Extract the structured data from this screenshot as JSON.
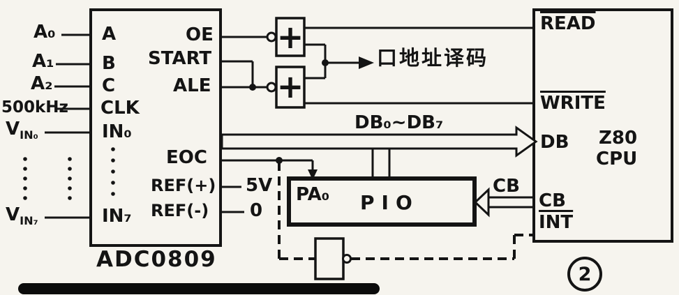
{
  "palette": {
    "ink": "#141414",
    "paper": "#f6f4ee"
  },
  "adc": {
    "title": "ADC0809",
    "pins_left": {
      "a": "A",
      "b": "B",
      "c": "C",
      "clk": "CLK",
      "in0": "IN₀",
      "in7": "IN₇"
    },
    "pins_right": {
      "oe": "OE",
      "start": "START",
      "ale": "ALE",
      "eoc": "EOC",
      "ref_plus": "REF(+)",
      "ref_minus": "REF(-)"
    }
  },
  "inputs": {
    "a0": "A₀",
    "a1": "A₁",
    "a2": "A₂",
    "clock": "500kHz",
    "vin0_base": "V",
    "vin0_sub": "IN₀",
    "vin7_base": "V",
    "vin7_sub": "IN₇"
  },
  "supplies": {
    "ref_plus": "5V",
    "ref_minus": "0"
  },
  "gates": {
    "symbol": "+"
  },
  "bus": {
    "label": "DB₀~DB₇"
  },
  "decoder": {
    "label": "口地址译码"
  },
  "pio": {
    "pa0": "PA₀",
    "name": "PIO"
  },
  "cb_bus_label": "CB",
  "cpu": {
    "read": "READ",
    "write": "WRITE",
    "db": "DB",
    "name_line1": "Z80",
    "name_line2": "CPU",
    "cb": "CB",
    "int": "INT"
  },
  "figure_number": "2"
}
